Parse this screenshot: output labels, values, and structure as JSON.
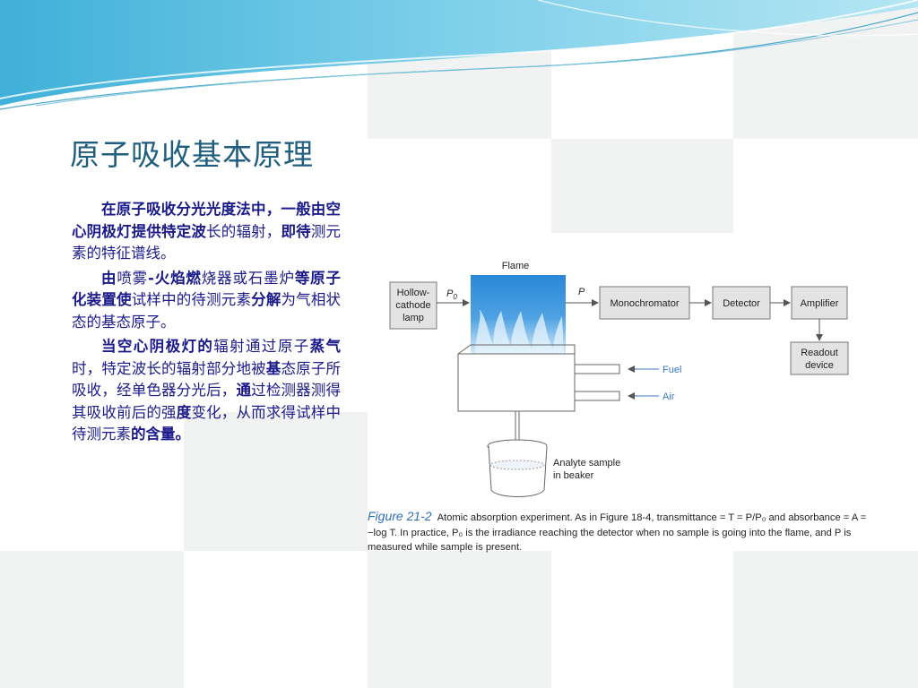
{
  "title": "原子吸收基本原理",
  "paragraphs": [
    {
      "bold": "在原子吸收分光光度法中，一般由空心阴极灯提供特定波",
      "normal": "长的辐射，",
      "bold2": "即待",
      "normal2": "测元素的特征谱线。"
    },
    {
      "bold": "由",
      "normal": "喷雾",
      "bold2": "-火焰燃",
      "normal2": "烧器或石墨炉",
      "bold3": "等原子化装置使",
      "normal3": "试样中的待测元素",
      "bold4": "分解",
      "normal4": "为气相状态的基态原子。"
    },
    {
      "bold": "当空心阴极灯的",
      "normal": "辐射通过原子",
      "bold2": "蒸气",
      "normal2": "时，特定波长的辐射部分地被",
      "bold3": "基",
      "normal3": "态原子所吸收，经单色器分光后，",
      "bold4": "通",
      "normal4": "过检测器测得其吸收前后的强",
      "bold5": "度",
      "normal5": "变化，从而求得试样中待测元素",
      "bold6": "的含量。",
      "normal6": ""
    }
  ],
  "diagram": {
    "lamp_line1": "Hollow-",
    "lamp_line2": "cathode",
    "lamp_line3": "lamp",
    "p0_label": "P",
    "p0_sub": "0",
    "flame_label": "Flame",
    "p_label": "P",
    "monochromator": "Monochromator",
    "detector": "Detector",
    "amplifier": "Amplifier",
    "readout_line1": "Readout",
    "readout_line2": "device",
    "fuel": "Fuel",
    "air": "Air",
    "sample_line1": "Analyte sample",
    "sample_line2": "in beaker"
  },
  "caption": {
    "label": "Figure 21-2",
    "text": "Atomic absorption experiment. As in Figure 18-4, transmittance = T = P/P₀ and absorbance = A = −log T. In practice, P₀ is the irradiance reaching the detector when no sample is going into the flame, and P is measured while sample is present."
  },
  "colors": {
    "title": "#1f5e7e",
    "body_text": "#1a1a8c",
    "caption_label": "#2e6fb5",
    "flame_top": "#2a88d8",
    "background_square": "#f1f2f2"
  }
}
